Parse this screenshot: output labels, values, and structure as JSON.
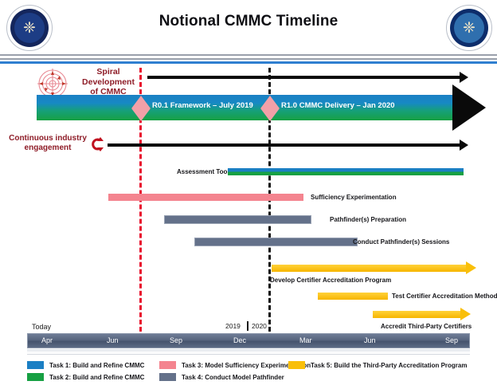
{
  "header": {
    "title": "Notional CMMC Timeline",
    "left_seal": "dod-acquisition-sustainment-seal",
    "right_seal": "department-of-defense-seal",
    "seal_glyph": "❈"
  },
  "annotations": {
    "spiral_label_line1": "Spiral",
    "spiral_label_line2": "Development",
    "spiral_label_line3": "of CMMC",
    "continuous_label_line1": "Continuous industry",
    "continuous_label_line2": "engagement",
    "spiral_icon": "spiral-target-icon",
    "cycle_icon": "circular-arrow-icon"
  },
  "milestones": [
    {
      "label": "R0.1 Framework – July 2019",
      "marker": "diamond"
    },
    {
      "label": "R1.0 CMMC Delivery  – Jan 2020",
      "marker": "diamond"
    }
  ],
  "reference_lines": [
    {
      "name": "today",
      "label": "Today",
      "color": "#e8112d",
      "style": "dash-dot"
    },
    {
      "name": "january-2020",
      "label": "",
      "color": "#101010",
      "style": "dash-dot"
    }
  ],
  "tasks": [
    {
      "label": "Assessment Tool",
      "color": "blue-green",
      "label_side": "left"
    },
    {
      "label": "Sufficiency Experimentation",
      "color": "#f4848f",
      "label_side": "right"
    },
    {
      "label": "Pathfinder(s) Preparation",
      "color": "#64718a",
      "label_side": "right"
    },
    {
      "label": "Conduct Pathfinder(s) Sessions",
      "color": "#64718a",
      "label_side": "right"
    },
    {
      "label": "Develop Certifier Accreditation Program",
      "color": "#f9bf09",
      "label_side": "below"
    },
    {
      "label": "Test Certifier Accreditation Methodology",
      "color": "#f9bf09",
      "label_side": "right"
    },
    {
      "label": "Accredit Third-Party Certifiers",
      "color": "#f9bf09",
      "label_side": "below"
    }
  ],
  "axis": {
    "ticks": [
      "Apr",
      "Jun",
      "Sep",
      "Dec",
      "Mar",
      "Jun",
      "Sep"
    ],
    "year_left": "2019",
    "year_right": "2020"
  },
  "legend": [
    {
      "swatch": "#1b7fc4",
      "label": "Task 1: Build and Refine CMMC"
    },
    {
      "swatch": "#17a043",
      "label": "Task 2: Build and Refine CMMC"
    },
    {
      "swatch": "#f4848f",
      "label": "Task 3: Model Sufficiency Experimentation"
    },
    {
      "swatch": "#64718a",
      "label": "Task 4: Conduct Model Pathfinder"
    },
    {
      "swatch": "#f9bf09",
      "label": "Task 5: Build the Third-Party Accreditation Program"
    }
  ]
}
